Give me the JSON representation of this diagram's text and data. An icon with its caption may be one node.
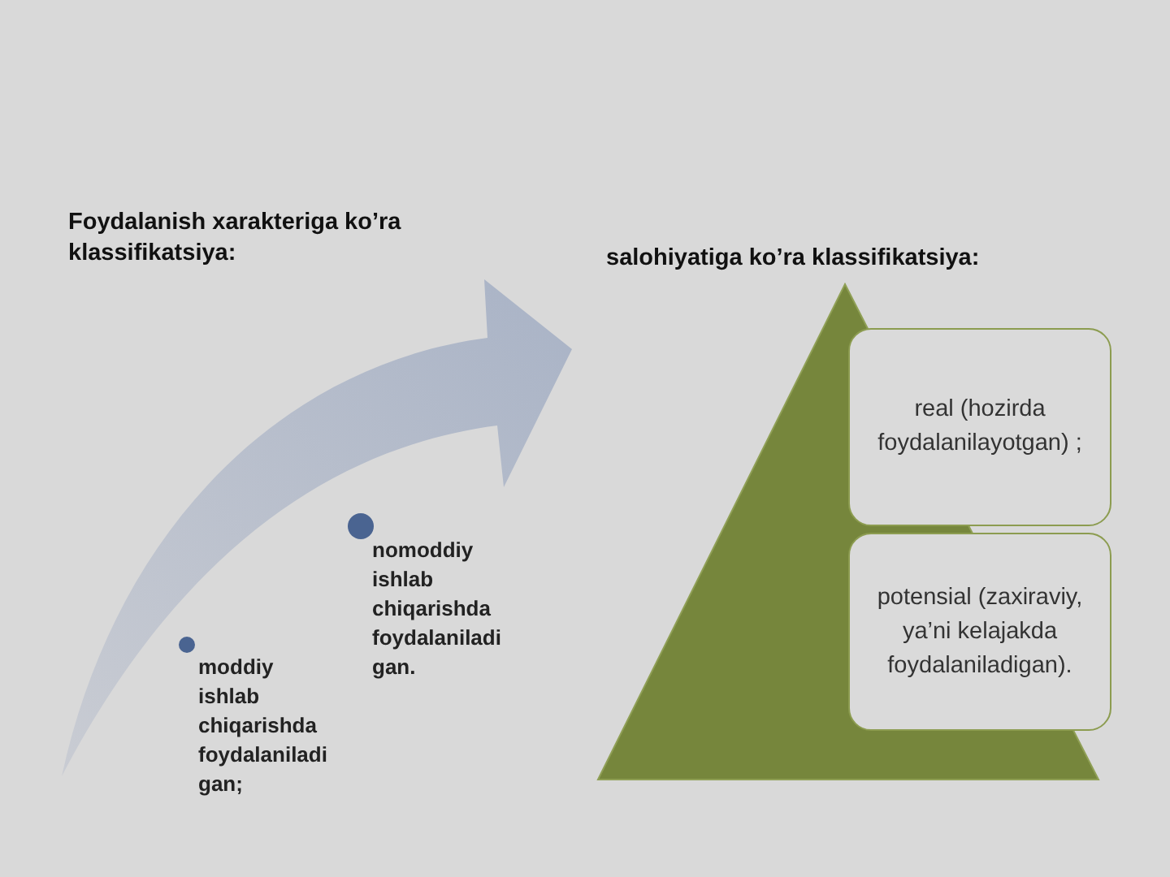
{
  "diagram": {
    "nodes": [
      {
        "text": [
          "moddiy ishlab chiqarishda foydalaniladi gan;"
        ]
      },
      {
        "text": [
          "nomoddiy ishlab chiqarishda foydalaniladi gan."
        ]
      },
      {
        "text": [
          "real (hozirda foydalanilayotgan) ;"
        ]
      },
      {
        "text": [
          "potensial (zaxiraviy, ya’ni kelajakda foydalaniladigan)."
        ]
      }
    ],
    "labels": [
      "Foydalanish xarakteriga ko’ra klassifikatsiya:",
      "salohiyatiga ko’ra klassifikatsiya:"
    ]
  }
}
